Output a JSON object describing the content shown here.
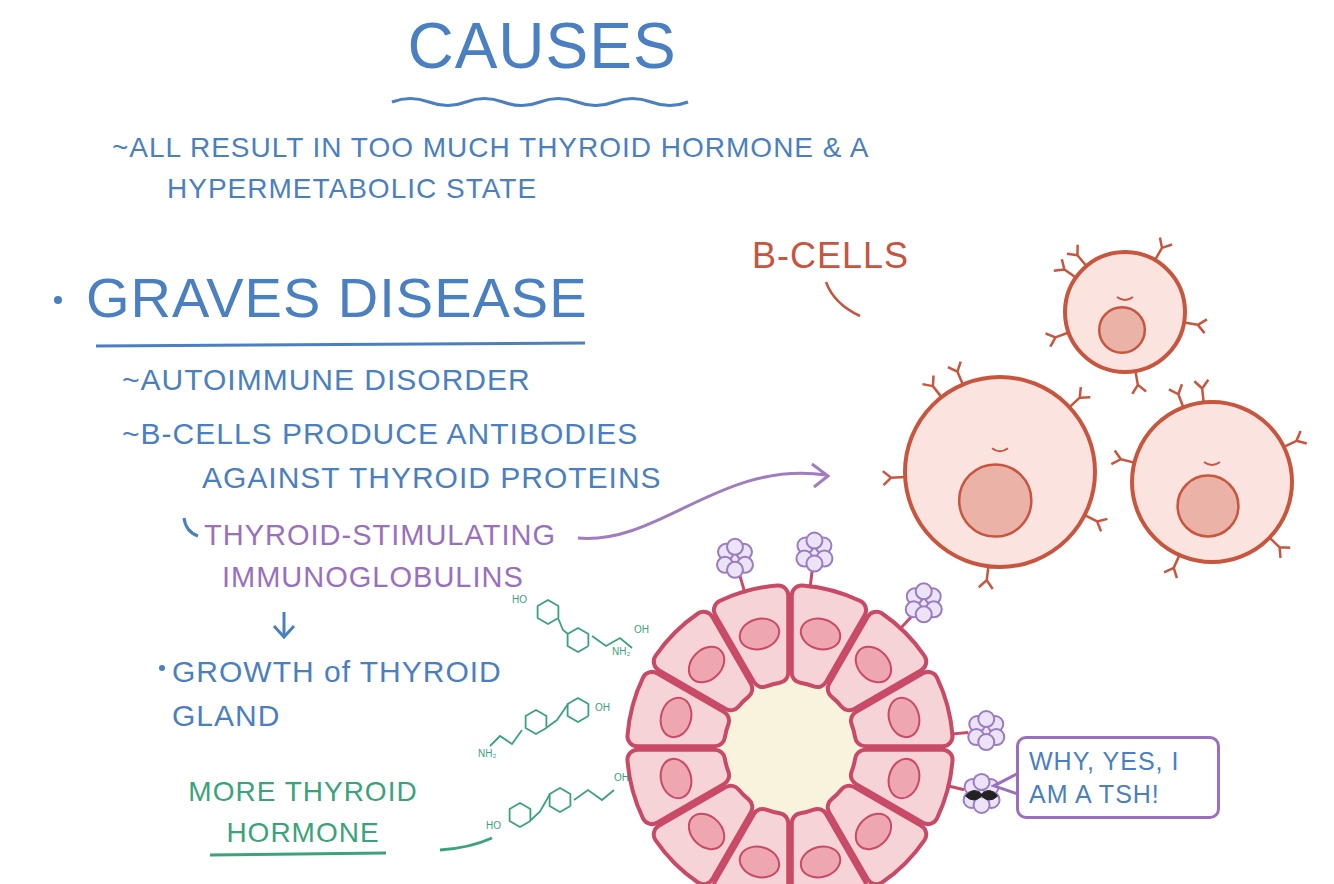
{
  "diagram": {
    "title": "CAUSES",
    "nodes": [
      {
        "text": [
          "WHY, YES, I AM A TSH!"
        ]
      }
    ],
    "labels": [
      "~ALL RESULT IN TOO MUCH THYROID HORMONE & A HYPERMETABOLIC STATE",
      "GRAVES DISEASE",
      "~AUTOIMMUNE DISORDER",
      "~B-CELLS PRODUCE ANTIBODIES AGAINST THYROID PROTEINS",
      "THYROID-STIMULATING IMMUNOGLOBULINS",
      "GROWTH of THYROID GLAND",
      "MORE THYROID HORMONE",
      "B-CELLS",
      "HO",
      "NH₂",
      "OH",
      "OH",
      "NH₂",
      "HO",
      "OH"
    ]
  }
}
